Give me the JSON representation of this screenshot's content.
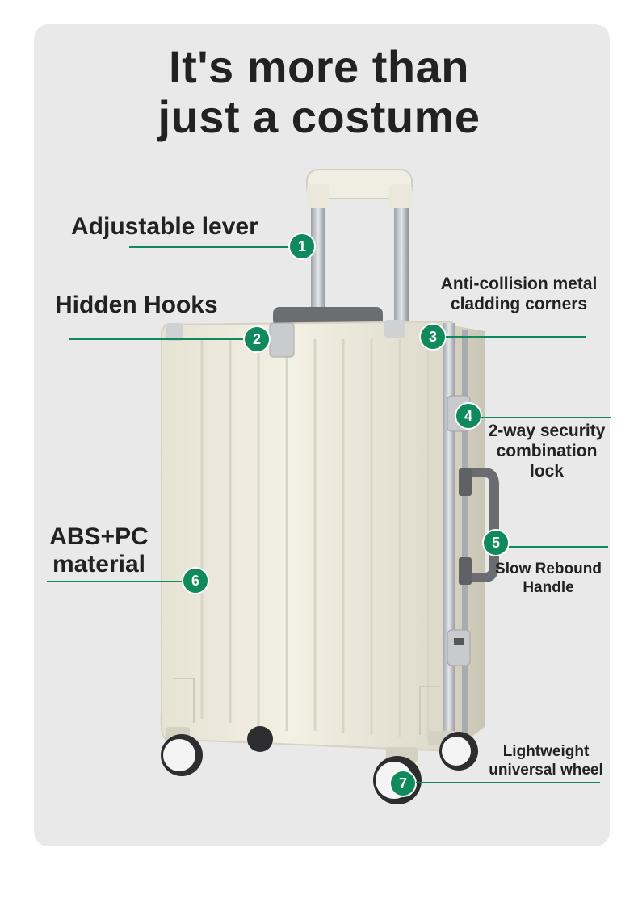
{
  "title": {
    "line1": "It's more than",
    "line2": "just a costume"
  },
  "features": [
    {
      "num": "1",
      "label": "Adjustable lever"
    },
    {
      "num": "2",
      "label": "Hidden Hooks"
    },
    {
      "num": "3",
      "line1": "Anti-collision metal",
      "line2": "cladding corners"
    },
    {
      "num": "4",
      "line1": "2-way security",
      "line2": "combination",
      "line3": "lock"
    },
    {
      "num": "5",
      "line1": "Slow Rebound",
      "line2": "Handle"
    },
    {
      "num": "6",
      "line1": "ABS+PC",
      "line2": "material"
    },
    {
      "num": "7",
      "line1": "Lightweight",
      "line2": "universal wheel"
    }
  ],
  "colors": {
    "accent": "#0e8a5c",
    "card": "#e9e9e9",
    "shell": "#efece0",
    "frame": "#b9bcc0",
    "text": "#222222"
  }
}
